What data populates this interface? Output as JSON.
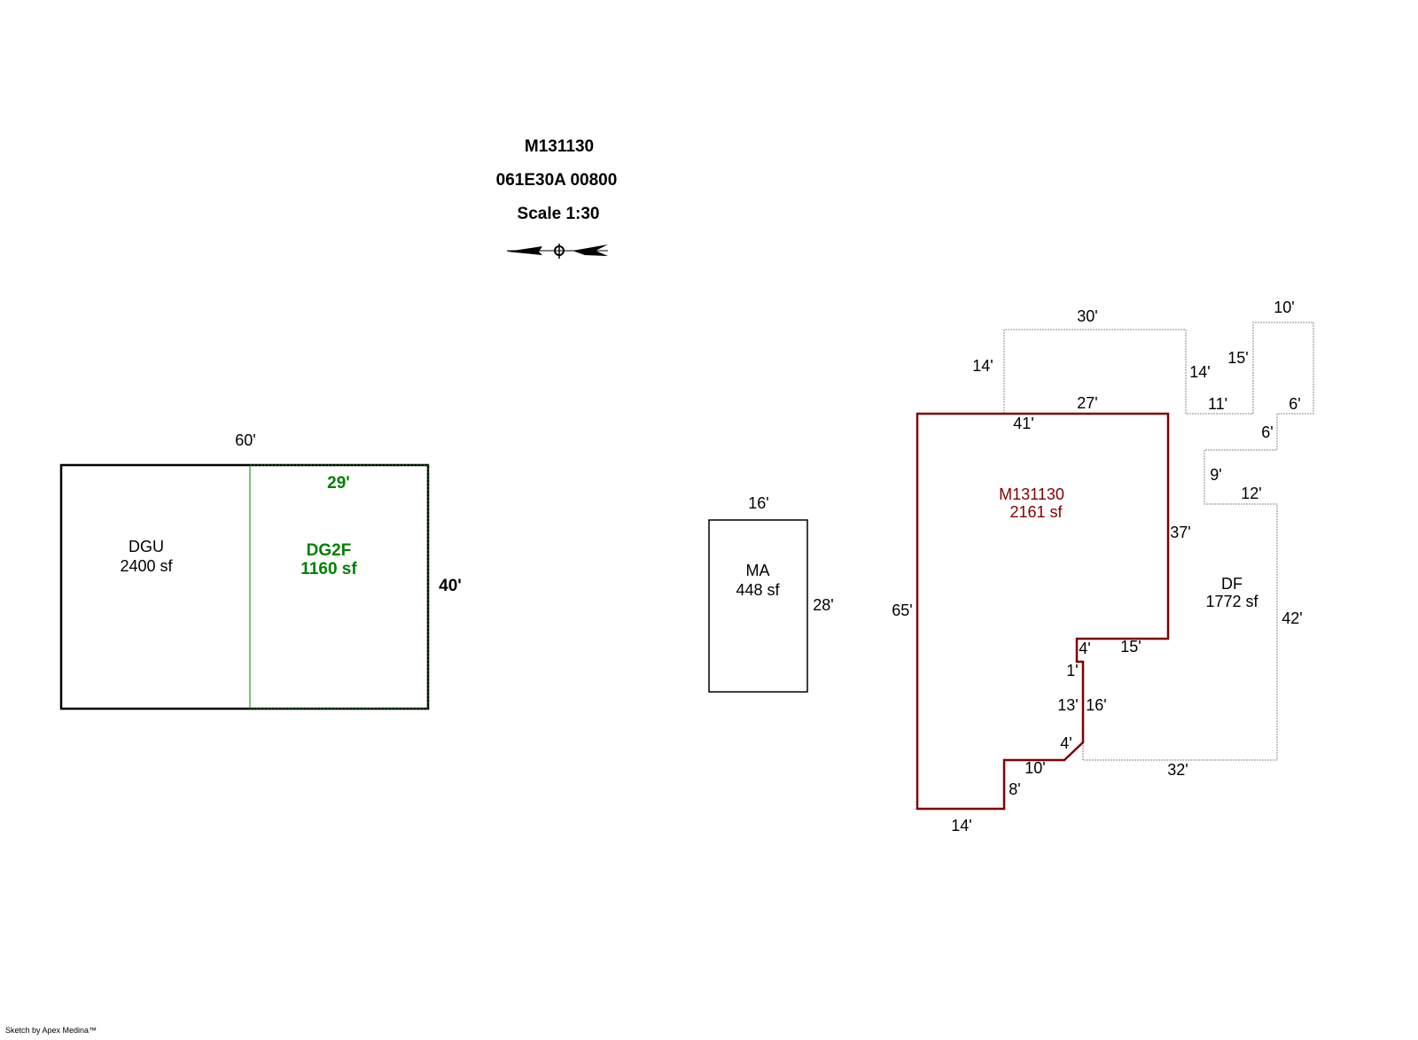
{
  "header": {
    "parcel_id": "M131130",
    "map_number": "061E30A 00800",
    "scale": "Scale 1:30"
  },
  "colors": {
    "main": "#800000",
    "second_floor": "#008000",
    "outline": "#000000",
    "dashed": "#b0b0b0"
  },
  "areas": {
    "dgu": {
      "code": "DGU",
      "area": "2400 sf",
      "dims": {
        "top": "60'"
      }
    },
    "dg2f": {
      "code": "DG2F",
      "area": "1160 sf",
      "dims": {
        "top": "29'",
        "right": "40'"
      }
    },
    "ma": {
      "code": "MA",
      "area": "448 sf",
      "dims": {
        "top": "16'",
        "right": "28'"
      }
    },
    "main": {
      "code": "M131130",
      "area": "2161 sf",
      "dims": {
        "top_a": "27'",
        "top_b": "41'",
        "right": "37'",
        "left": "65'",
        "step_top": "4'",
        "step_right": "15'",
        "notch": "1'",
        "inner_left": "13'",
        "inner_right": "16'",
        "diag": "4'",
        "bottom_step": "10'",
        "bottom_short": "8'",
        "bottom": "14'"
      }
    },
    "df": {
      "code": "DF",
      "area": "1772 sf",
      "dims": {
        "top": "30'",
        "left": "14'",
        "inner_left": "14'",
        "inner_top": "15'",
        "ext_top": "10'",
        "inner_bottom": "11'",
        "ext_bottom": "6'",
        "ext_side": "6'",
        "notch_side": "9'",
        "notch_bottom": "12'",
        "right": "42'",
        "bottom": "32'"
      }
    }
  },
  "footer": "Sketch by Apex Medina™"
}
